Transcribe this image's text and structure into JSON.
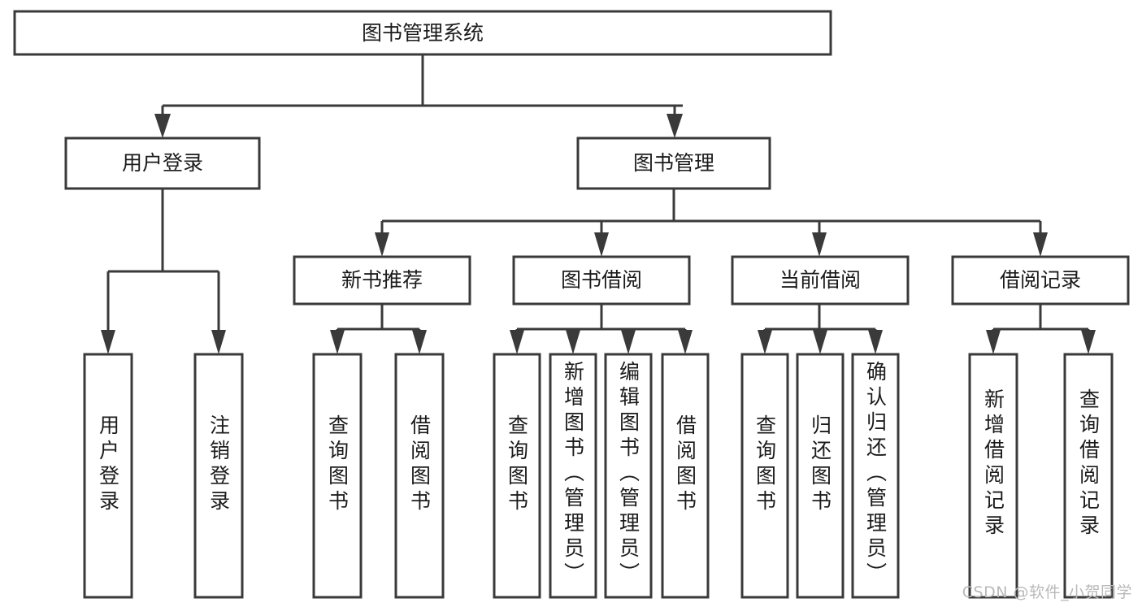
{
  "diagram": {
    "title": "图书管理系统",
    "type": "hierarchy-tree",
    "orientation": "top-down",
    "colors": {
      "box_stroke": "#3a3a3a",
      "box_fill": "#ffffff",
      "connector": "#3a3a3a",
      "text": "#1b1b1b",
      "background": "#ffffff",
      "watermark": "#b9b9b9"
    },
    "root": {
      "label": "图书管理系统"
    },
    "level2": [
      {
        "label": "用户登录"
      },
      {
        "label": "图书管理"
      }
    ],
    "level3": [
      {
        "label": "新书推荐"
      },
      {
        "label": "图书借阅"
      },
      {
        "label": "当前借阅"
      },
      {
        "label": "借阅记录"
      }
    ],
    "leaves": {
      "user_login": [
        {
          "label": "用户登录"
        },
        {
          "label": "注销登录"
        }
      ],
      "new_book_recommend": [
        {
          "label": "查询图书"
        },
        {
          "label": "借阅图书"
        }
      ],
      "book_borrow": [
        {
          "label": "查询图书"
        },
        {
          "label": "新增图书（管理员）"
        },
        {
          "label": "编辑图书（管理员）"
        },
        {
          "label": "借阅图书"
        }
      ],
      "current_borrow": [
        {
          "label": "查询图书"
        },
        {
          "label": "归还图书"
        },
        {
          "label": "确认归还（管理员）"
        }
      ],
      "borrow_record": [
        {
          "label": "新增借阅记录"
        },
        {
          "label": "查询借阅记录"
        }
      ]
    }
  },
  "watermark": {
    "text": "CSDN @软件_小贺同学"
  }
}
